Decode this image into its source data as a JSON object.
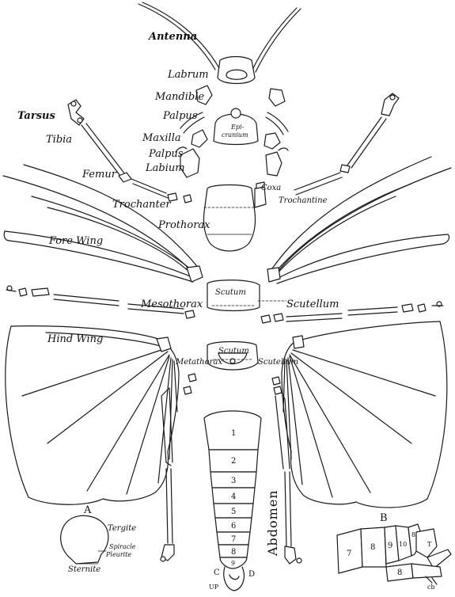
{
  "labels": {
    "antenna": "Antenna",
    "labrum": "Labrum",
    "mandible": "Mandible",
    "palpus1": "Palpus",
    "tarsus": "Tarsus",
    "epi": "Epi-",
    "cranium": "cranium",
    "maxilla": "Maxilla",
    "tibia": "Tibia",
    "palpus2": "Palpus",
    "labium": "Labium",
    "femur": "Femur",
    "coxa": "Coxa",
    "trochantine": "Trochantine",
    "trochanter": "Trochanter",
    "prothorax": "Prothorax",
    "forewing": "Fore Wing",
    "scutum1": "Scutum",
    "mesothorax": "Mesothorax",
    "scutellum1": "Scutellum",
    "hindwing": "Hind Wing",
    "scutum2": "Scutum",
    "metathorax": "Metathorax",
    "scutellum2": "Scutellum",
    "abdomen": "Abdomen",
    "figA": "A",
    "tergite": "Tergite",
    "spiracle": "Spiracle",
    "pleurite": "Pleurite",
    "sternite": "Sternite",
    "figB": "B",
    "c": "C",
    "d": "D",
    "up": "UP",
    "cb": "cb"
  },
  "abdomen_segments": [
    "1",
    "2",
    "3",
    "4",
    "5",
    "6",
    "7",
    "8",
    "9"
  ],
  "detail_b_segments": [
    "7",
    "8",
    "9",
    "10",
    "8",
    "8",
    "T"
  ]
}
